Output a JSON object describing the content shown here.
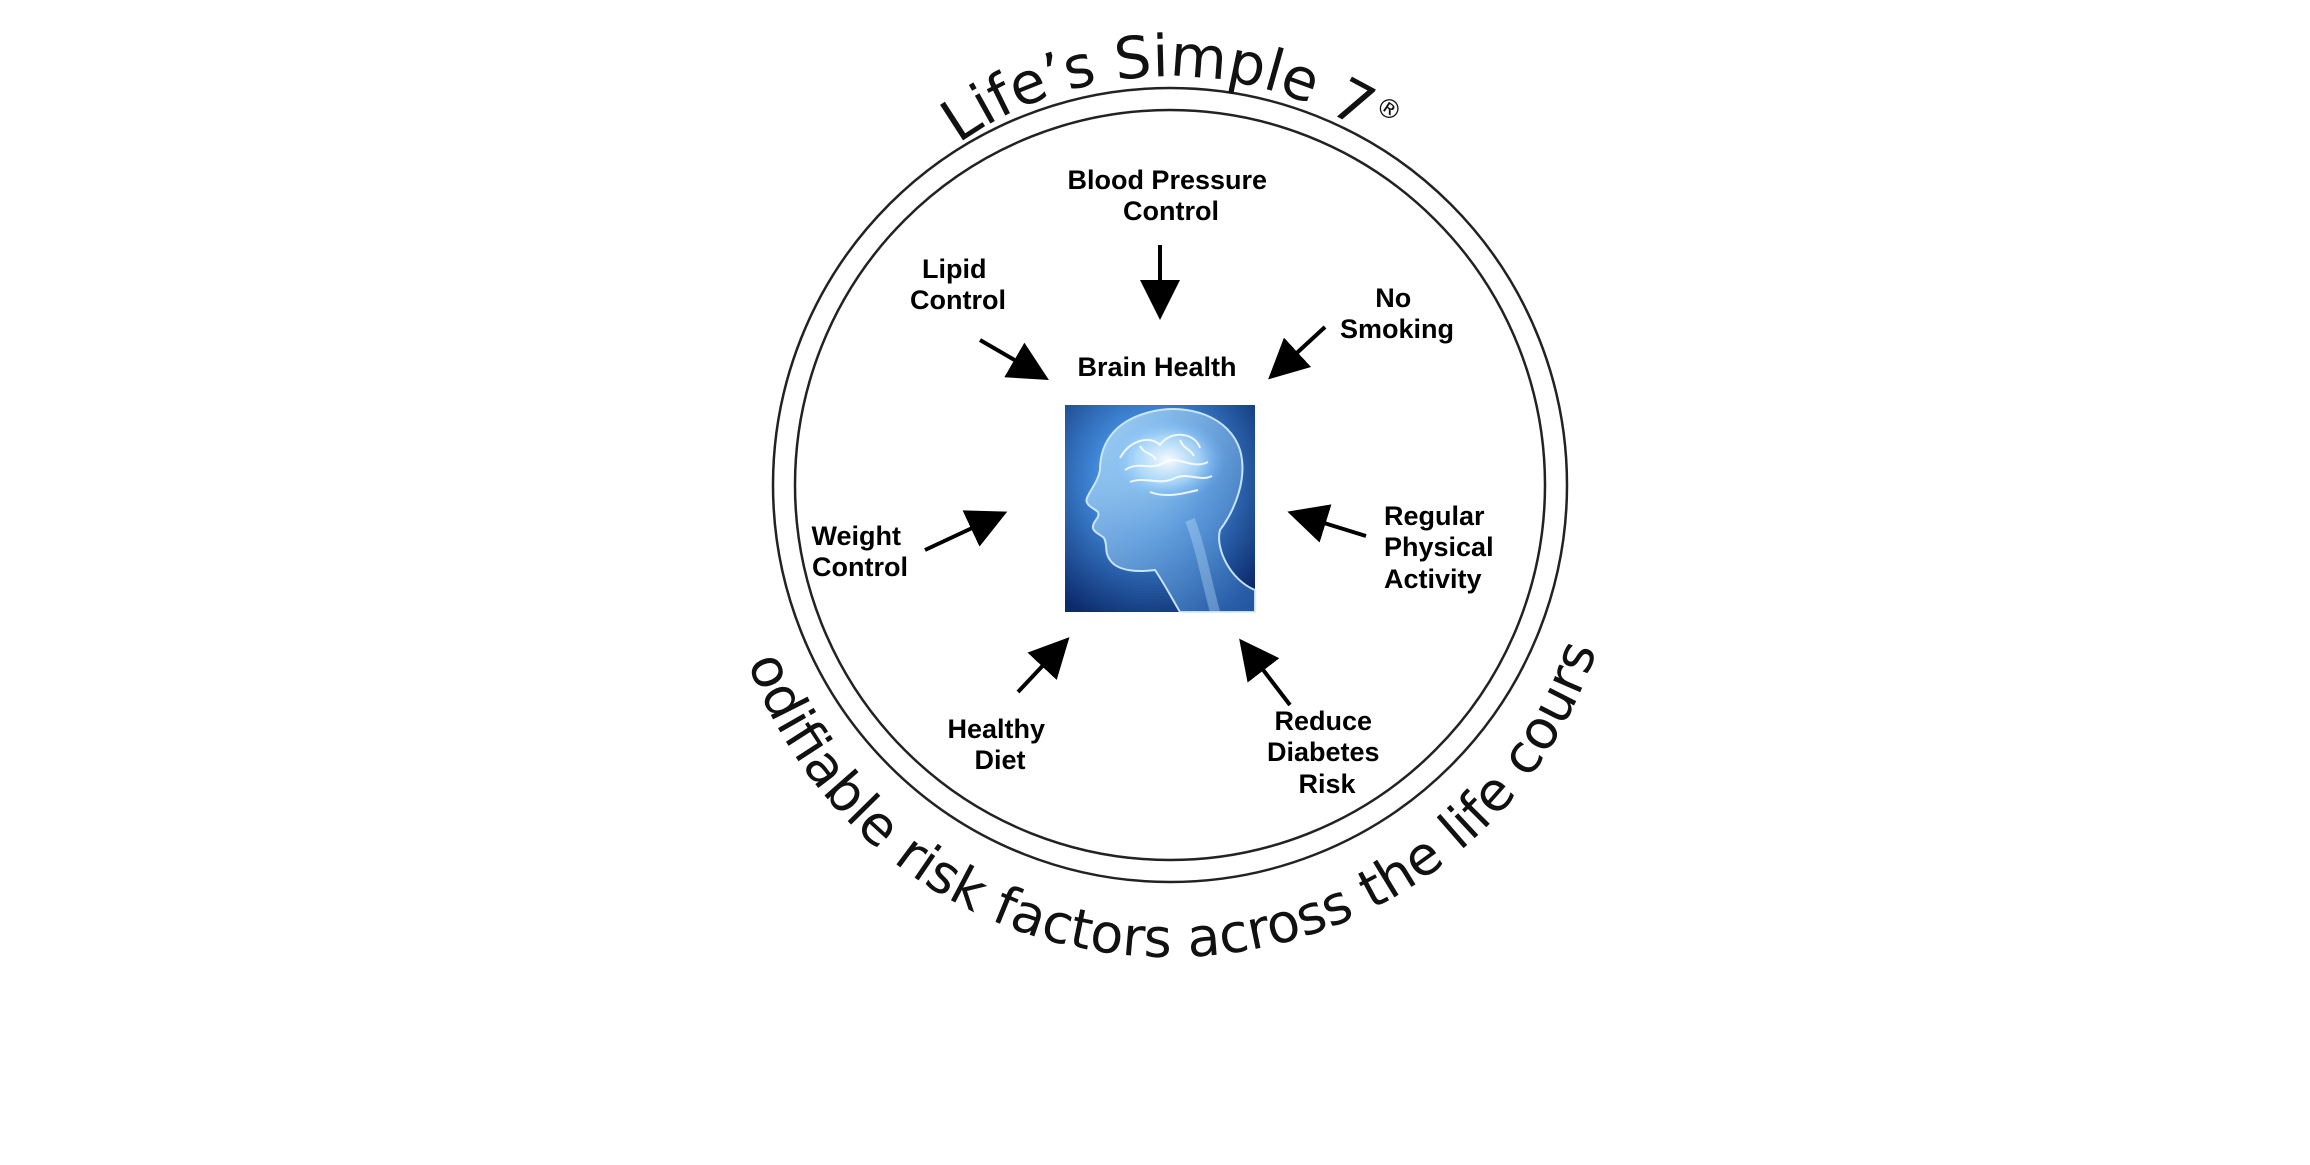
{
  "title": "Life’s Simple 7",
  "registered_mark": "®",
  "subtitle": "Modifiable risk factors across the life course",
  "center": {
    "label": "Brain Health",
    "image": "brain-head-illustration"
  },
  "factors": [
    {
      "id": "blood-pressure",
      "lines": [
        "Blood Pressure",
        "Control"
      ]
    },
    {
      "id": "no-smoking",
      "lines": [
        "No",
        "Smoking"
      ]
    },
    {
      "id": "physical-activity",
      "lines": [
        "Regular",
        "Physical",
        "Activity"
      ]
    },
    {
      "id": "diabetes",
      "lines": [
        "Reduce",
        "Diabetes",
        "Risk"
      ]
    },
    {
      "id": "diet",
      "lines": [
        "Healthy",
        "Diet"
      ]
    },
    {
      "id": "weight",
      "lines": [
        "Weight",
        "Control"
      ]
    },
    {
      "id": "lipid",
      "lines": [
        "Lipid",
        "Control"
      ]
    }
  ],
  "colors": {
    "ring": "#222222",
    "arrow": "#000000",
    "brain_bg_dark": "#0b2a6b",
    "brain_bg_light": "#5fa8e8"
  }
}
